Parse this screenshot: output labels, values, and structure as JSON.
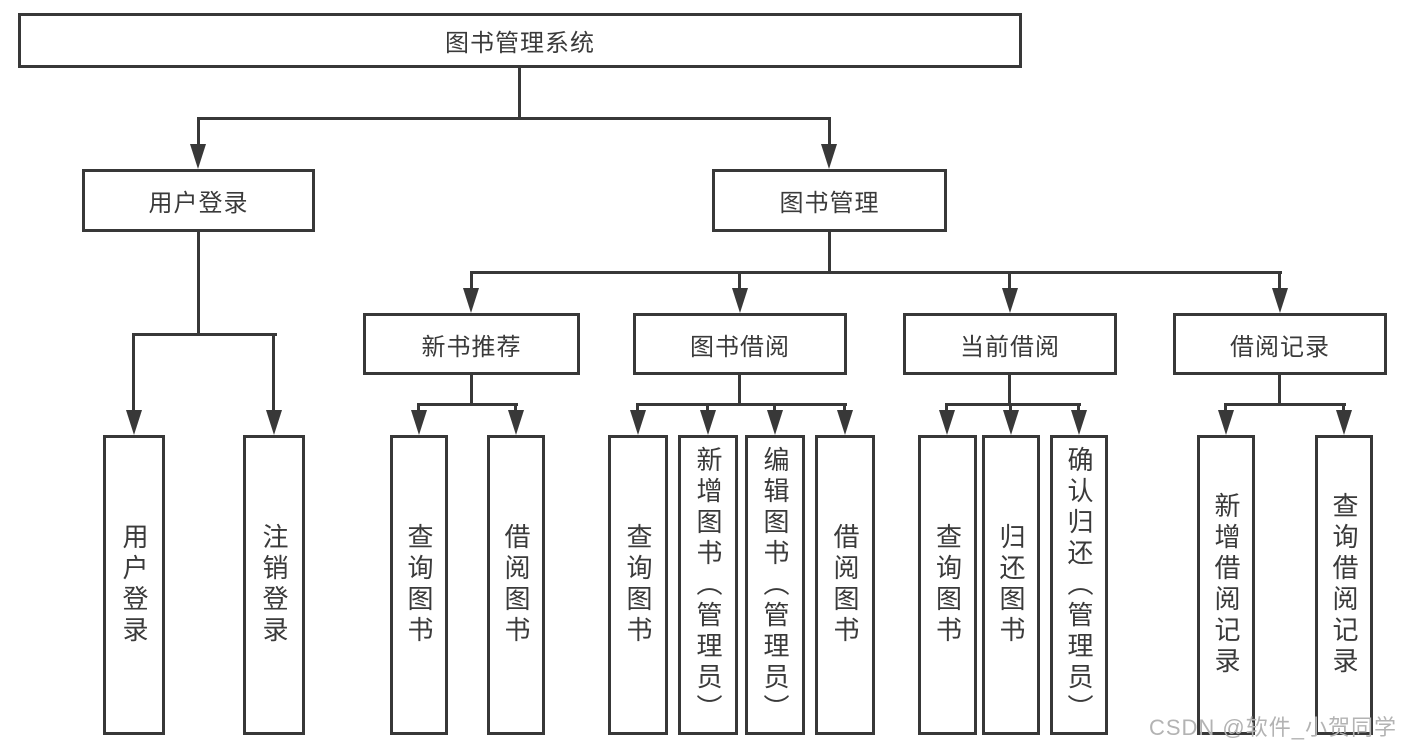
{
  "tree": {
    "root": {
      "label": "图书管理系统",
      "children": [
        {
          "label": "用户登录",
          "children": [
            {
              "label": "用户登录"
            },
            {
              "label": "注销登录"
            }
          ]
        },
        {
          "label": "图书管理",
          "children": [
            {
              "label": "新书推荐",
              "children": [
                {
                  "label": "查询图书"
                },
                {
                  "label": "借阅图书"
                }
              ]
            },
            {
              "label": "图书借阅",
              "children": [
                {
                  "label": "查询图书"
                },
                {
                  "label": "新增图书（管理员）"
                },
                {
                  "label": "编辑图书（管理员）"
                },
                {
                  "label": "借阅图书"
                }
              ]
            },
            {
              "label": "当前借阅",
              "children": [
                {
                  "label": "查询图书"
                },
                {
                  "label": "归还图书"
                },
                {
                  "label": "确认归还（管理员）"
                }
              ]
            },
            {
              "label": "借阅记录",
              "children": [
                {
                  "label": "新增借阅记录"
                },
                {
                  "label": "查询借阅记录"
                }
              ]
            }
          ]
        }
      ]
    }
  },
  "watermark": {
    "text": "CSDN @软件_小贺同学"
  },
  "colors": {
    "line": "#383838",
    "text": "#3a3a3a",
    "watermark": "#b3b3b3",
    "background": "#ffffff"
  }
}
